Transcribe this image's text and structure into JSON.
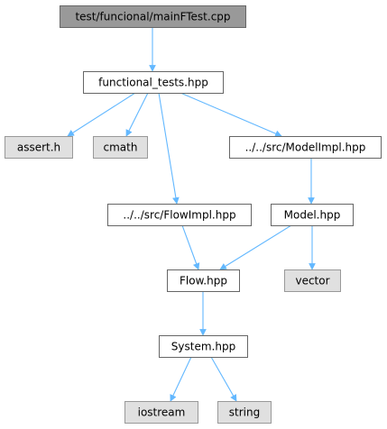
{
  "graph": {
    "nodes": [
      {
        "id": "mainFTest",
        "label": "test/funcional/mainFTest.cpp",
        "style": "root"
      },
      {
        "id": "functional_tests",
        "label": "functional_tests.hpp",
        "style": "file"
      },
      {
        "id": "assert",
        "label": "assert.h",
        "style": "external"
      },
      {
        "id": "cmath",
        "label": "cmath",
        "style": "external"
      },
      {
        "id": "ModelImpl",
        "label": "../../src/ModelImpl.hpp",
        "style": "file"
      },
      {
        "id": "FlowImpl",
        "label": "../../src/FlowImpl.hpp",
        "style": "file"
      },
      {
        "id": "Model",
        "label": "Model.hpp",
        "style": "file"
      },
      {
        "id": "Flow",
        "label": "Flow.hpp",
        "style": "file"
      },
      {
        "id": "vector",
        "label": "vector",
        "style": "external"
      },
      {
        "id": "System",
        "label": "System.hpp",
        "style": "file"
      },
      {
        "id": "iostream",
        "label": "iostream",
        "style": "external"
      },
      {
        "id": "string",
        "label": "string",
        "style": "external"
      }
    ],
    "edges": [
      {
        "from": "mainFTest",
        "to": "functional_tests"
      },
      {
        "from": "functional_tests",
        "to": "assert"
      },
      {
        "from": "functional_tests",
        "to": "cmath"
      },
      {
        "from": "functional_tests",
        "to": "ModelImpl"
      },
      {
        "from": "functional_tests",
        "to": "FlowImpl"
      },
      {
        "from": "ModelImpl",
        "to": "Model"
      },
      {
        "from": "FlowImpl",
        "to": "Flow"
      },
      {
        "from": "Model",
        "to": "Flow"
      },
      {
        "from": "Model",
        "to": "vector"
      },
      {
        "from": "Flow",
        "to": "System"
      },
      {
        "from": "System",
        "to": "iostream"
      },
      {
        "from": "System",
        "to": "string"
      }
    ]
  },
  "colors": {
    "root_fill": "#999999",
    "file_fill": "#ffffff",
    "external_fill": "#e0e0e0",
    "border_dark": "#666666",
    "border_light": "#999999",
    "edge": "#63b8ff"
  }
}
